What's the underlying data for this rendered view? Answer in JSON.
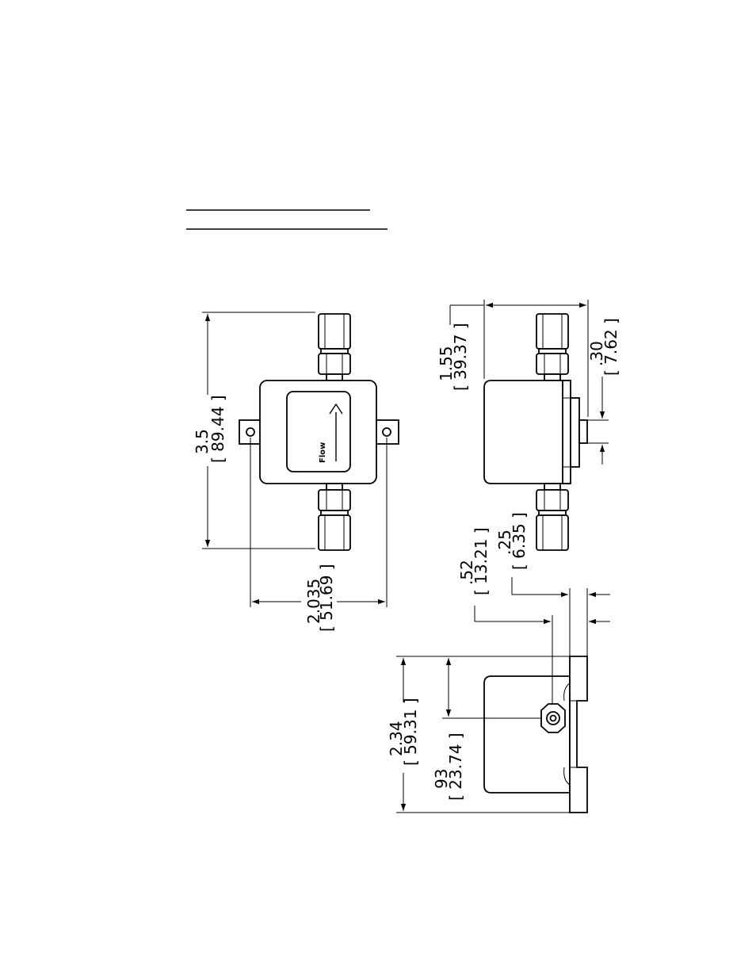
{
  "dimensions": {
    "height_front": {
      "inch": "3.5",
      "mm": "[ 89.44 ]"
    },
    "width_front": {
      "inch": "2.035",
      "mm": "[ 51.69 ]"
    },
    "depth_side": {
      "inch": "1.55",
      "mm": "[ 39.37 ]"
    },
    "tab_side": {
      "inch": ".30",
      "mm": "[ 7.62 ]"
    },
    "offset_a": {
      "inch": ".52",
      "mm": "[ 13.21 ]"
    },
    "offset_b": {
      "inch": ".25",
      "mm": "[ 6.35 ]"
    },
    "height_bottom": {
      "inch": "2.34",
      "mm": "[ 59.31 ]"
    },
    "port_center": {
      "inch": "93",
      "mm": "[ 23.74 ]"
    }
  },
  "label": {
    "flow": "Flow"
  }
}
